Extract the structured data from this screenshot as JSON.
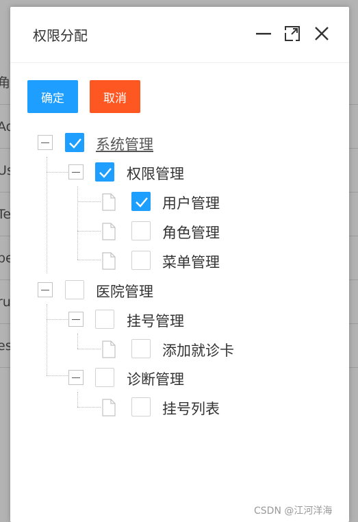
{
  "background": {
    "rows": [
      "角",
      "Ad",
      "Us",
      "Te",
      "pe",
      "ru",
      "es"
    ]
  },
  "modal": {
    "title": "权限分配",
    "buttons": {
      "confirm": "确定",
      "cancel": "取消"
    }
  },
  "tree": {
    "system": {
      "label": "系统管理",
      "checked": true
    },
    "permission": {
      "label": "权限管理",
      "checked": true
    },
    "user_mgmt": {
      "label": "用户管理",
      "checked": true
    },
    "role_mgmt": {
      "label": "角色管理",
      "checked": false
    },
    "menu_mgmt": {
      "label": "菜单管理",
      "checked": false
    },
    "hospital": {
      "label": "医院管理",
      "checked": false
    },
    "registration": {
      "label": "挂号管理",
      "checked": false
    },
    "add_card": {
      "label": "添加就诊卡",
      "checked": false
    },
    "diagnosis": {
      "label": "诊断管理",
      "checked": false
    },
    "reg_list": {
      "label": "挂号列表",
      "checked": false
    }
  },
  "watermark": "CSDN @江河洋海",
  "colors": {
    "primary": "#1e9fff",
    "danger": "#ff5722"
  }
}
